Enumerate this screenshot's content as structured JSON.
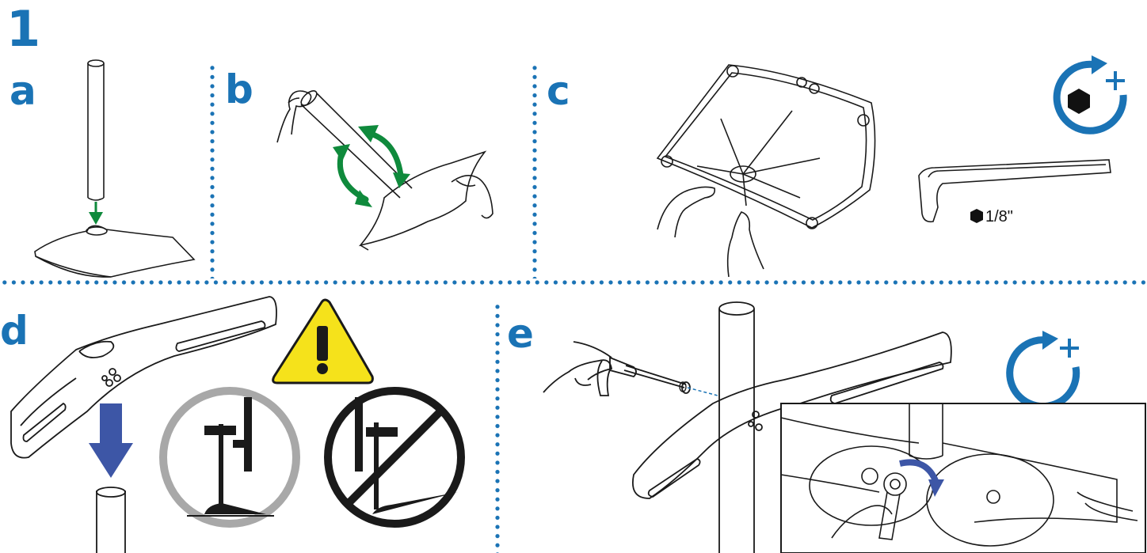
{
  "step": {
    "number": "1",
    "panels": [
      {
        "label": "a"
      },
      {
        "label": "b"
      },
      {
        "label": "c"
      },
      {
        "label": "d"
      },
      {
        "label": "e"
      }
    ]
  },
  "tool": {
    "hex_key_size": "1/8\""
  },
  "colors": {
    "accent_blue": "#1a73b5",
    "arrow_green": "#0f8a3c",
    "arrow_navy": "#3d56a6",
    "warning_yellow": "#f5e21b",
    "ok_ring_gray": "#a8a8a8",
    "ink": "#1a1a1a"
  }
}
